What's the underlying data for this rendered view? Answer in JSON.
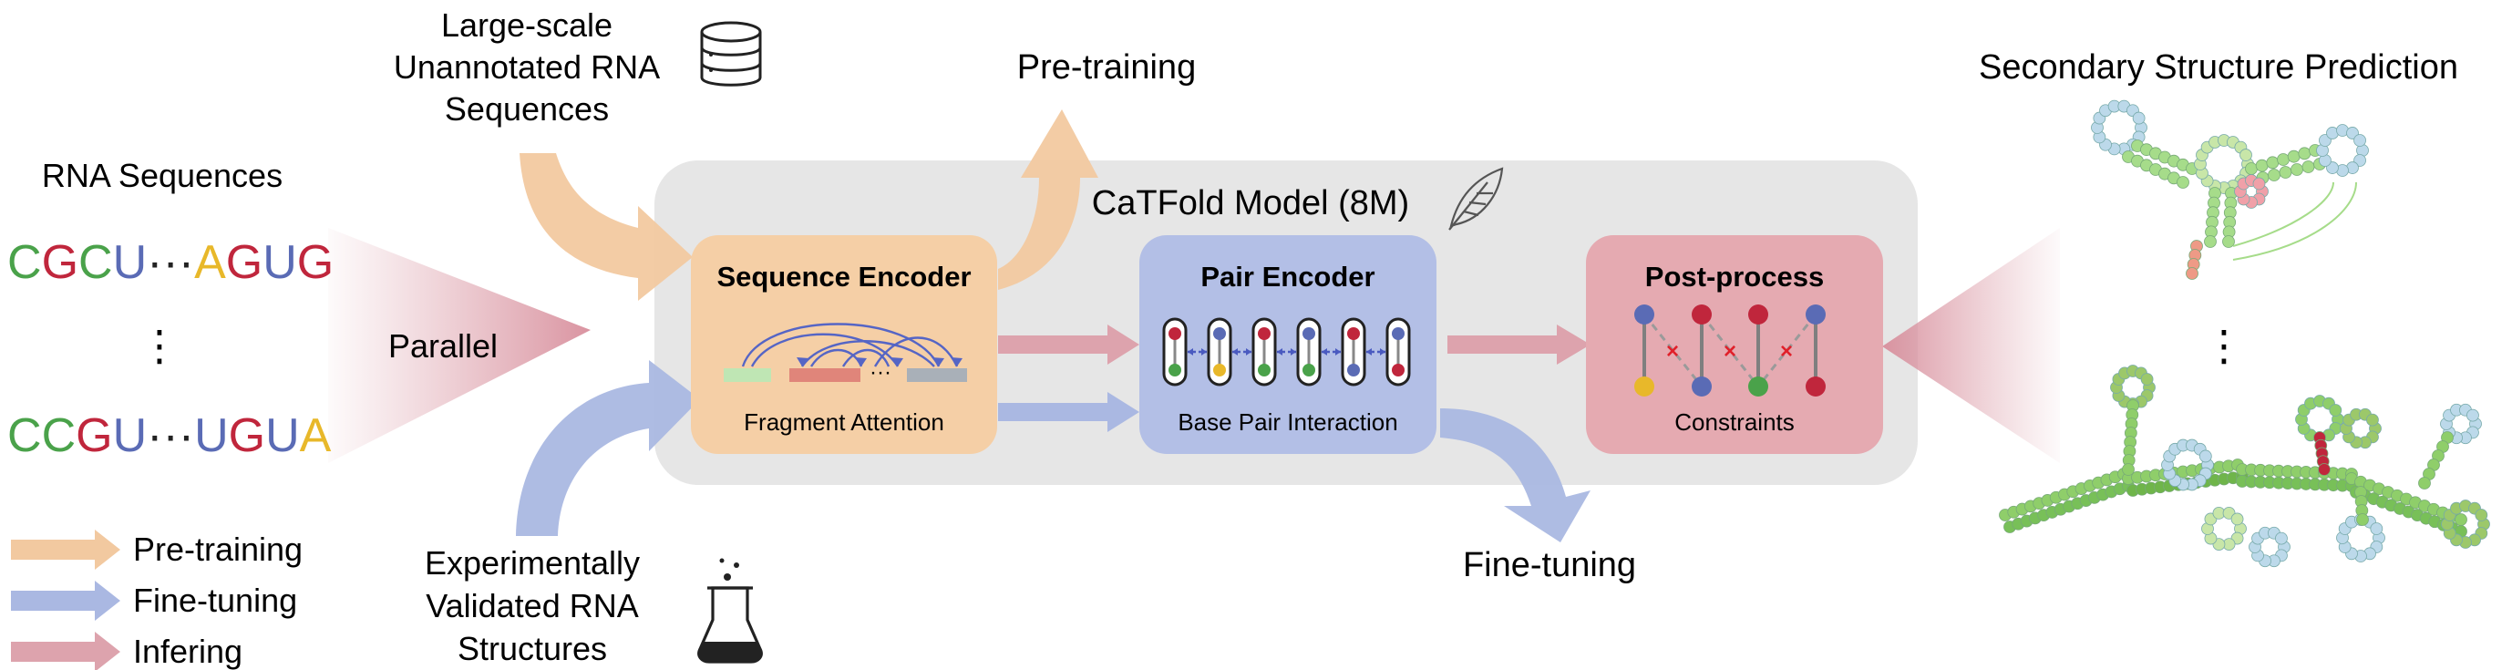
{
  "labels": {
    "large_scale": [
      "Large-scale",
      "Unannotated RNA",
      "Sequences"
    ],
    "pretraining_top": "Pre-training",
    "ss_prediction": "Secondary Structure Prediction",
    "rna_sequences": "RNA Sequences",
    "seq1": [
      "C",
      "G",
      "C",
      "U",
      "···",
      "A",
      "G",
      "U",
      "G"
    ],
    "vdots": "⋮",
    "seq2": [
      "C",
      "C",
      "G",
      "U",
      "···",
      "U",
      "G",
      "U",
      "A"
    ],
    "parallel": "Parallel",
    "model_title": "CaTFold Model (8M)",
    "sequence_encoder": "Sequence Encoder",
    "fragment_attention": "Fragment Attention",
    "pair_encoder": "Pair Encoder",
    "base_pair_interaction": "Base Pair Interaction",
    "post_process": "Post-process",
    "constraints": "Constraints",
    "experimentally": [
      "Experimentally",
      "Validated RNA",
      "Structures"
    ],
    "fine_tuning_bottom": "Fine-tuning",
    "frag_dots": "···"
  },
  "legend": [
    {
      "label": "Pre-training",
      "color": "#f2c9a0"
    },
    {
      "label": "Fine-tuning",
      "color": "#aab8e2"
    },
    {
      "label": "Infering",
      "color": "#dda3ad"
    }
  ],
  "colors": {
    "seq_encoder_bg": "#f5cfa6",
    "pair_encoder_bg": "#b3bfe6",
    "post_process_bg": "#e5aab1",
    "model_bg": "#e6e6e6",
    "pretrain_arrow": "#f2c9a0",
    "finetune_arrow": "#aab8e2",
    "infer_arrow": "#dda3ad",
    "nuc_A": "#e8b82a",
    "nuc_C": "#4aa24a",
    "nuc_G": "#c0263c",
    "nuc_U": "#5a6bb5"
  },
  "icons": [
    "database-icon",
    "flask-icon",
    "feather-icon"
  ]
}
